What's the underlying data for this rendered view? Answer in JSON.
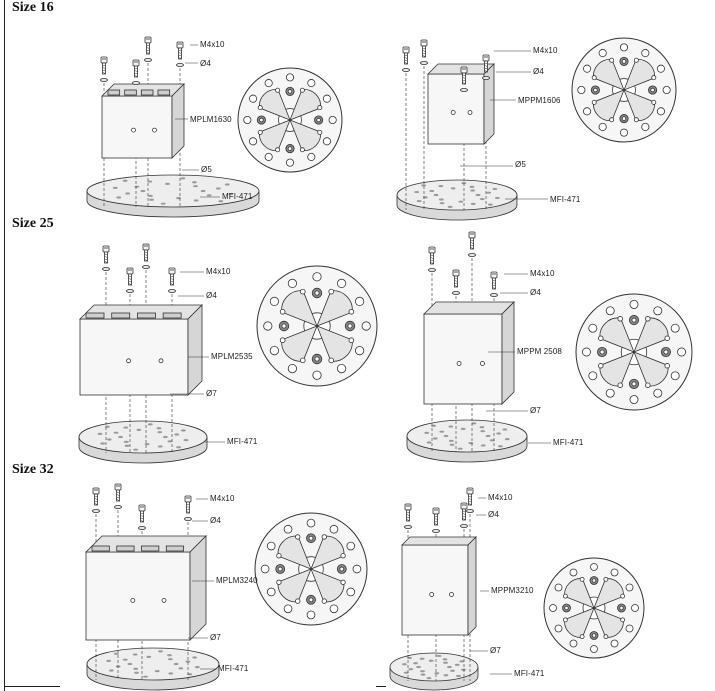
{
  "sections": [
    {
      "heading": "Size 16",
      "left": {
        "screw": "M4x10",
        "washer": "Ø4",
        "module": "MPLM1630",
        "pin": "Ø5",
        "plate": "MFI-471"
      },
      "right": {
        "screw": "M4x10",
        "washer": "Ø4",
        "module": "MPPM1606",
        "pin": "Ø5",
        "plate": "MFI-471"
      }
    },
    {
      "heading": "Size 25",
      "left": {
        "screw": "M4x10",
        "washer": "Ø4",
        "module": "MPLM2535",
        "pin": "Ø7",
        "plate": "MFI-471"
      },
      "right": {
        "screw": "M4x10",
        "washer": "Ø4",
        "module": "MPPM 2508",
        "pin": "Ø7",
        "plate": "MFI-471"
      }
    },
    {
      "heading": "Size 32",
      "left": {
        "screw": "M4x10",
        "washer": "Ø4",
        "module": "MPLM3240",
        "pin": "Ø7",
        "plate": "MFI-471"
      },
      "right": {
        "screw": "M4x10",
        "washer": "Ø4",
        "module": "MPPM3210",
        "pin": "Ø7",
        "plate": "MFI-471"
      }
    }
  ]
}
